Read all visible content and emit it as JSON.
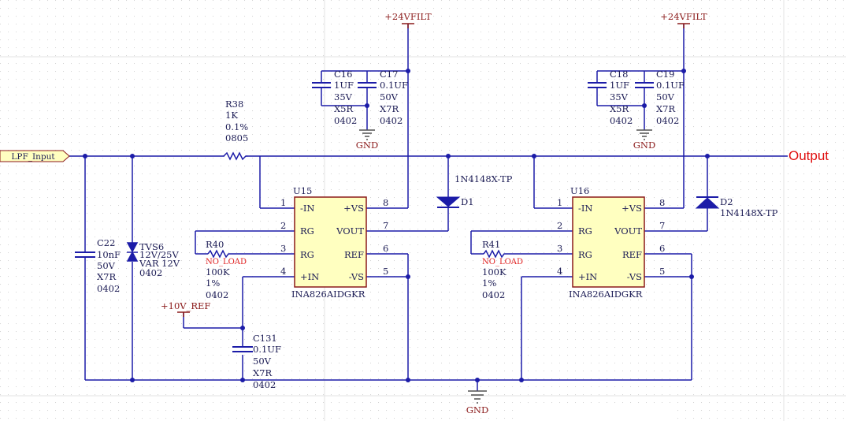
{
  "nets": {
    "input": "LPF_Input",
    "output": "Output",
    "supply_left": "+24VFILT",
    "supply_right": "+24VFILT",
    "ref": "+10V_REF",
    "gnd": "GND"
  },
  "r38": {
    "ref": "R38",
    "value": "1K",
    "tol": "0.1%",
    "pkg": "0805"
  },
  "c22": {
    "ref": "C22",
    "value": "10nF",
    "volt": "50V",
    "diel": "X7R",
    "pkg": "0402"
  },
  "tvs6": {
    "ref": "TVS6",
    "rating": "12V/25V",
    "type": "VAR 12V",
    "pkg": "0402"
  },
  "c16": {
    "ref": "C16",
    "value": "1UF",
    "volt": "35V",
    "diel": "X5R",
    "pkg": "0402"
  },
  "c17": {
    "ref": "C17",
    "value": "0.1UF",
    "volt": "50V",
    "diel": "X7R",
    "pkg": "0402"
  },
  "c18": {
    "ref": "C18",
    "value": "1UF",
    "volt": "35V",
    "diel": "X5R",
    "pkg": "0402"
  },
  "c19": {
    "ref": "C19",
    "value": "0.1UF",
    "volt": "50V",
    "diel": "X7R",
    "pkg": "0402"
  },
  "c131": {
    "ref": "C131",
    "value": "0.1UF",
    "volt": "50V",
    "diel": "X7R",
    "pkg": "0402"
  },
  "r40": {
    "ref": "R40",
    "note": "NO_LOAD",
    "value": "100K",
    "tol": "1%",
    "pkg": "0402"
  },
  "r41": {
    "ref": "R41",
    "note": "NO_LOAD",
    "value": "100K",
    "tol": "1%",
    "pkg": "0402"
  },
  "d1": {
    "ref": "D1",
    "part": "1N4148X-TP"
  },
  "d2": {
    "ref": "D2",
    "part": "1N4148X-TP"
  },
  "u15": {
    "ref": "U15",
    "part": "INA826AIDGKR"
  },
  "u16": {
    "ref": "U16",
    "part": "INA826AIDGKR"
  },
  "ic_pins": {
    "left_names": [
      "-IN",
      "RG",
      "RG",
      "+IN"
    ],
    "right_names": [
      "+VS",
      "VOUT",
      "REF",
      "-VS"
    ],
    "left_nums": [
      "1",
      "2",
      "3",
      "4"
    ],
    "right_nums": [
      "8",
      "7",
      "6",
      "5"
    ]
  },
  "colors": {
    "wire": "#1c1ca8",
    "component_fill": "#ffffc0",
    "component_border": "#8b1a1a",
    "power_port": "#8b1a1a",
    "output_label": "#e01010",
    "no_load": "#e02020"
  }
}
